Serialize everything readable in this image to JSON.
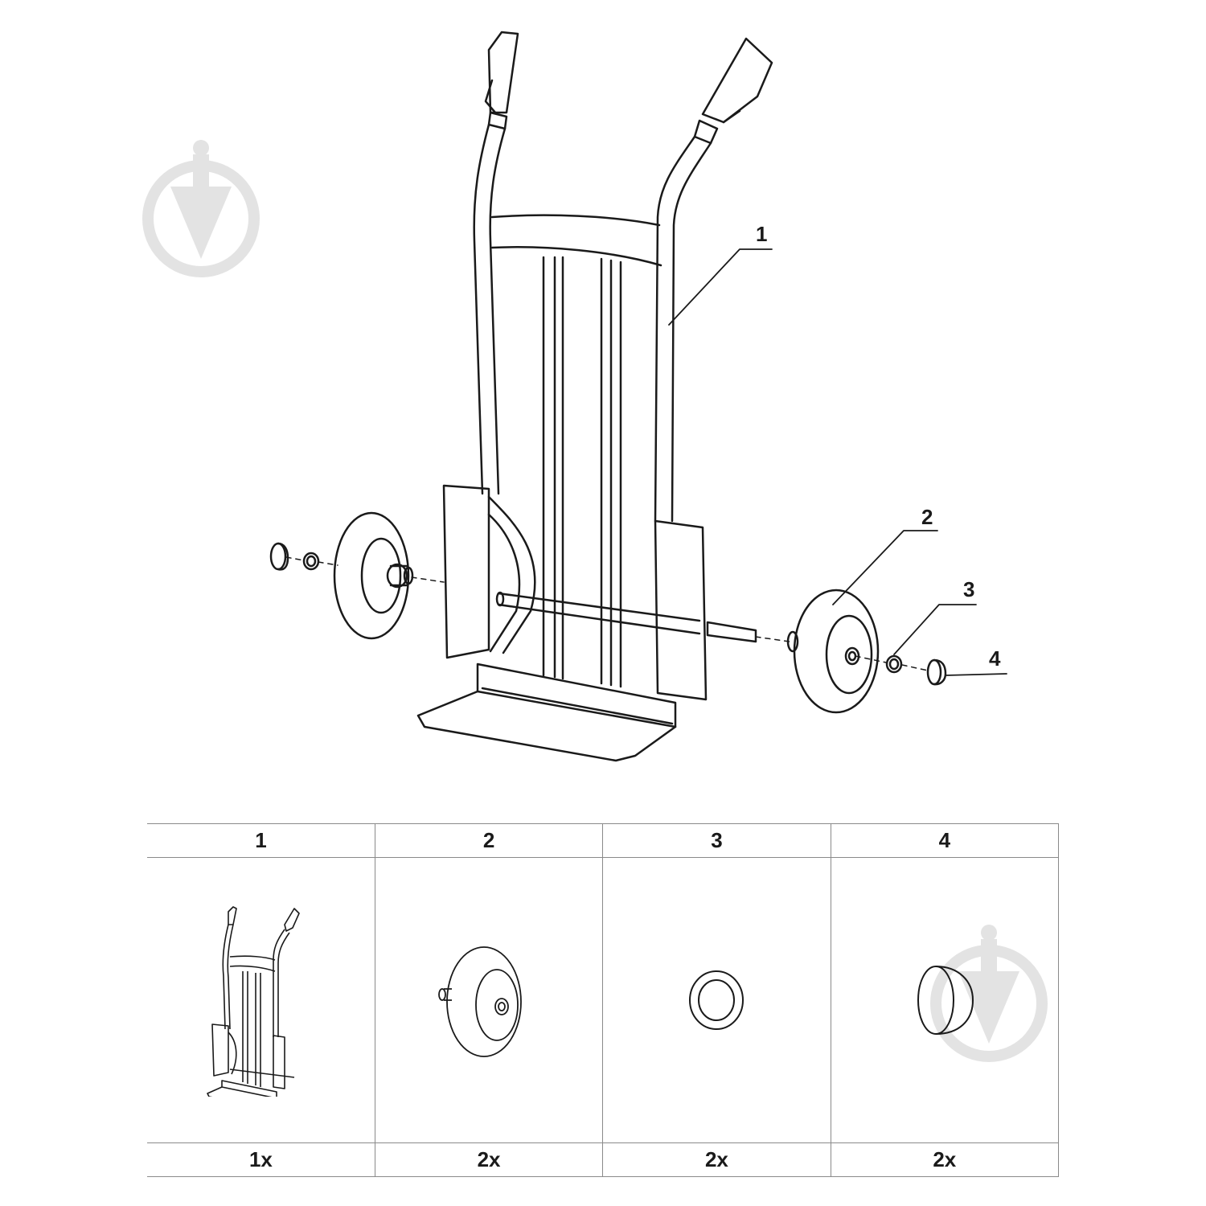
{
  "diagram": {
    "callouts": [
      "1",
      "2",
      "3",
      "4"
    ]
  },
  "parts_table": {
    "headers": [
      "1",
      "2",
      "3",
      "4"
    ],
    "quantities": [
      "1x",
      "2x",
      "2x",
      "2x"
    ]
  },
  "icons": {
    "part_1": "hand-truck-frame-icon",
    "part_2": "wheel-icon",
    "part_3": "washer-icon",
    "part_4": "axle-cap-icon",
    "watermark": "download-logo-icon"
  },
  "colors": {
    "line": "#1a1a1a",
    "watermark": "#e3e3e3",
    "table_border": "#8a8a8a"
  }
}
